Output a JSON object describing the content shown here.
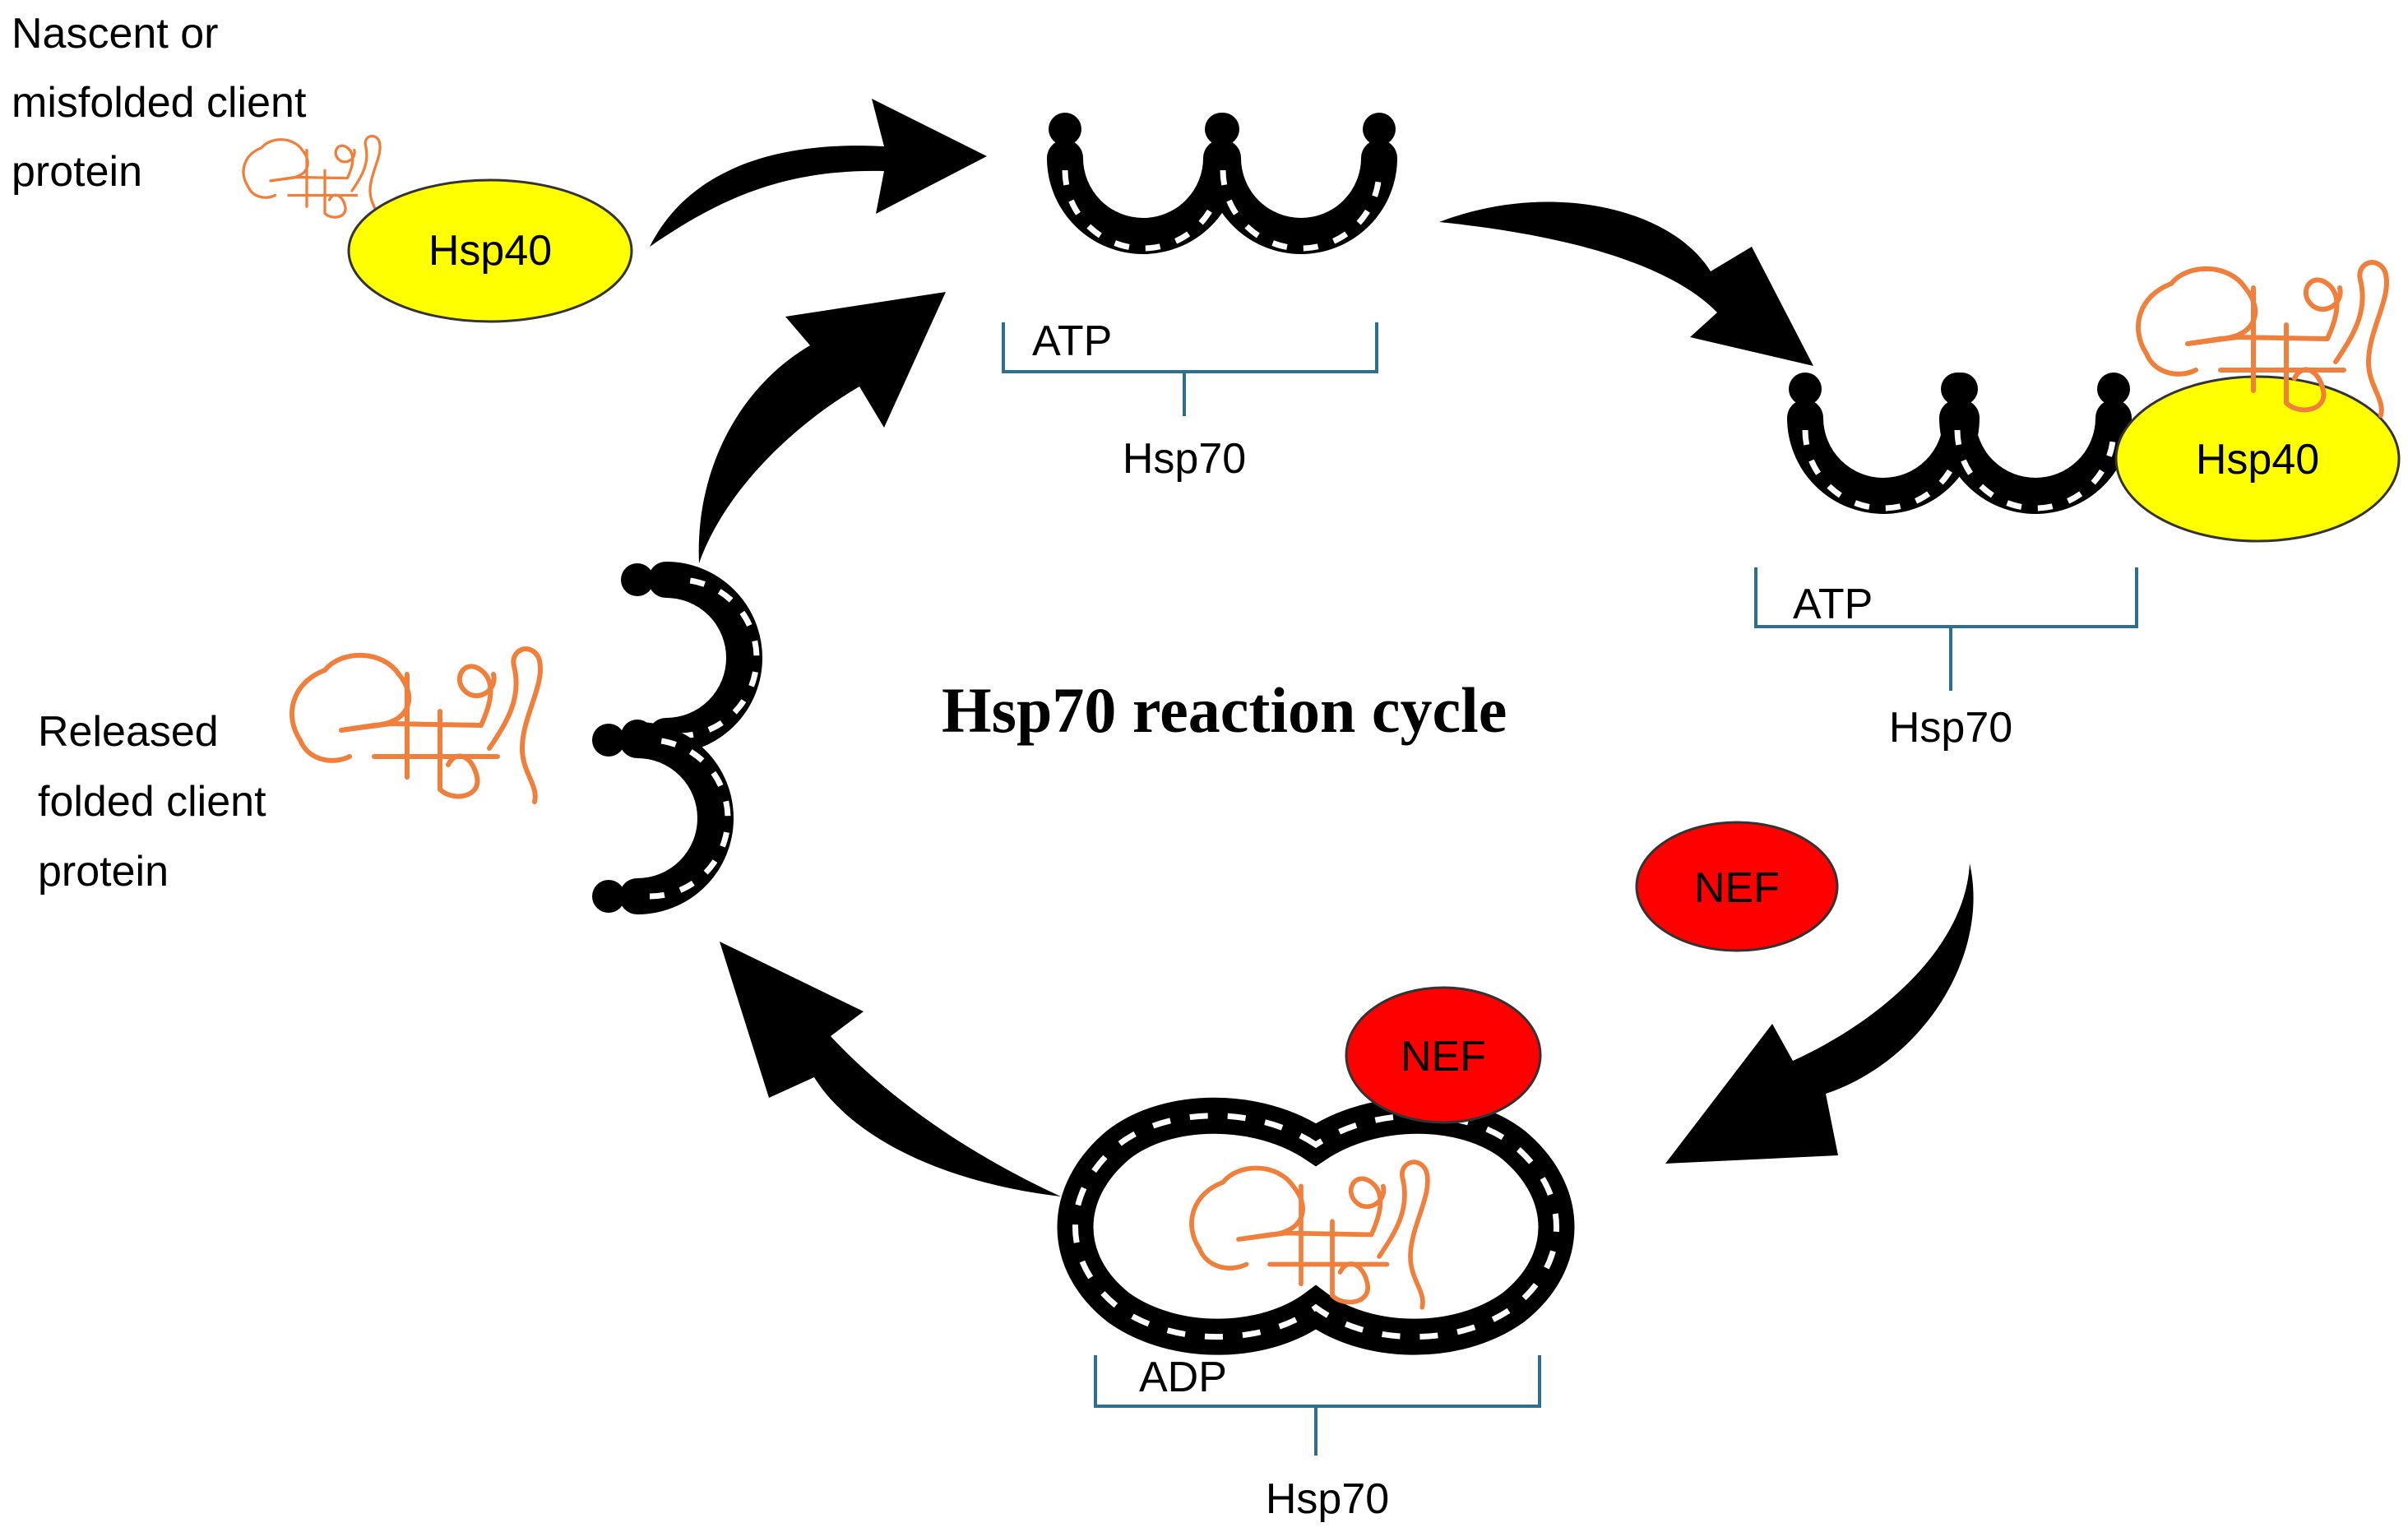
{
  "title": "Hsp70 reaction cycle",
  "labels": {
    "nascent": [
      "Nascent or",
      "misfolded client",
      "protein"
    ],
    "released": [
      "Released",
      "folded client",
      "protein"
    ],
    "hsp40": "Hsp40",
    "hsp70": "Hsp70",
    "atp": "ATP",
    "adp": "ADP",
    "nef": "NEF"
  },
  "colors": {
    "hsp40_fill": "#FFFF00",
    "nef_fill": "#FF0000",
    "client_protein": "#F07F3C",
    "bracket": "#2E6E8E",
    "horseshoe": "#000000",
    "arrow": "#000000"
  },
  "icons": [
    "horseshoe-icon",
    "cycle-arrow-icon",
    "client-protein-squiggle"
  ]
}
